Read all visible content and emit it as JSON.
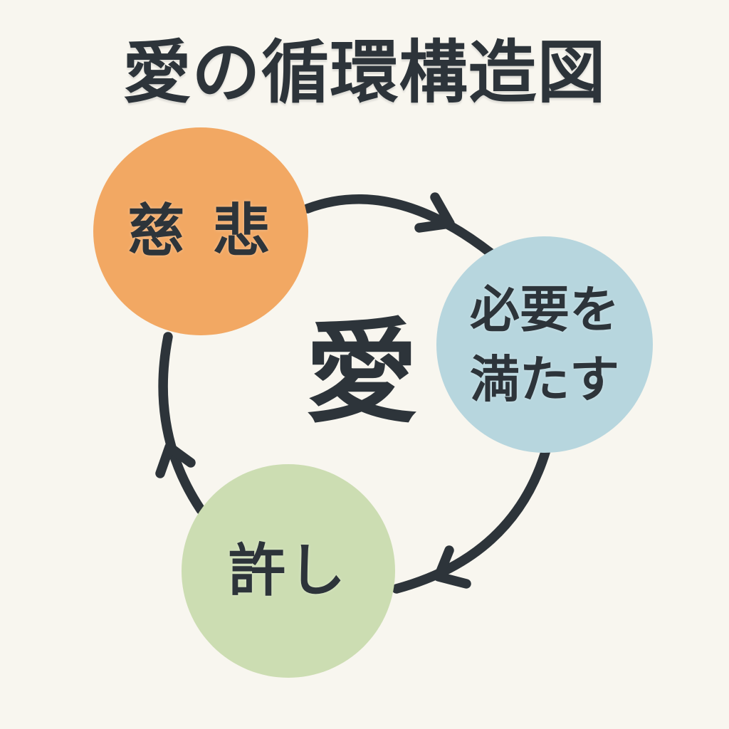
{
  "title": "愛の循環構造図",
  "center_label": "愛",
  "nodes": [
    {
      "id": "compassion",
      "label": "慈 悲",
      "color": "#F2A863"
    },
    {
      "id": "meet-needs",
      "label_lines": [
        "必要を",
        "満たす"
      ],
      "color": "#B7D6DE"
    },
    {
      "id": "forgiveness",
      "label": "許し",
      "color": "#CCDDB2"
    }
  ],
  "edges": [
    {
      "from": "compassion",
      "to": "meet-needs"
    },
    {
      "from": "meet-needs",
      "to": "forgiveness"
    },
    {
      "from": "forgiveness",
      "to": "compassion"
    }
  ],
  "colors": {
    "background": "#F8F6EF",
    "ink": "#2D343A"
  }
}
